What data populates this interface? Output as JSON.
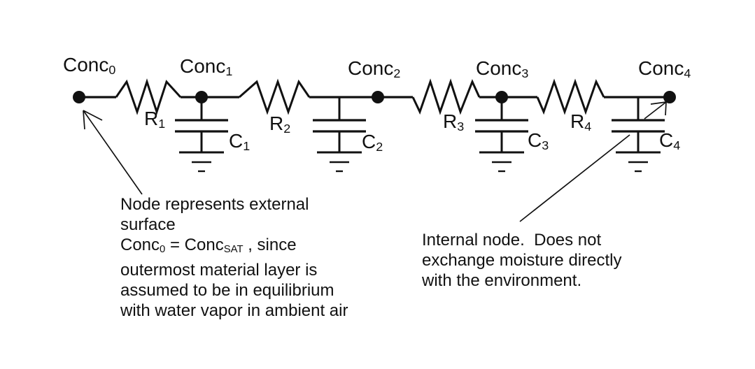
{
  "colors": {
    "background": "#ffffff",
    "ink": "#111111"
  },
  "circuit": {
    "nodes": [
      {
        "base": "Conc",
        "sub": "0"
      },
      {
        "base": "Conc",
        "sub": "1"
      },
      {
        "base": "Conc",
        "sub": "2"
      },
      {
        "base": "Conc",
        "sub": "3"
      },
      {
        "base": "Conc",
        "sub": "4"
      }
    ],
    "resistors": [
      {
        "base": "R",
        "sub": "1"
      },
      {
        "base": "R",
        "sub": "2"
      },
      {
        "base": "R",
        "sub": "3"
      },
      {
        "base": "R",
        "sub": "4"
      }
    ],
    "capacitors": [
      {
        "base": "C",
        "sub": "1"
      },
      {
        "base": "C",
        "sub": "2"
      },
      {
        "base": "C",
        "sub": "3"
      },
      {
        "base": "C",
        "sub": "4"
      }
    ]
  },
  "annotations": {
    "external_node": {
      "line1": "Node represents external",
      "line2": "surface",
      "line3": {
        "t1": "Conc",
        "s1": "0",
        "t2": " = Conc",
        "s2": "SAT",
        "t3": " , since"
      },
      "line4": "outermost material layer is",
      "line5": "assumed to be in equilibrium",
      "line6": "with water vapor in ambient air"
    },
    "internal_node": {
      "line1": "Internal node.  Does not",
      "line2": "exchange moisture directly",
      "line3": "with the environment."
    }
  },
  "arrows": [
    {
      "name": "external-node-arrow"
    },
    {
      "name": "internal-node-arrow"
    }
  ]
}
